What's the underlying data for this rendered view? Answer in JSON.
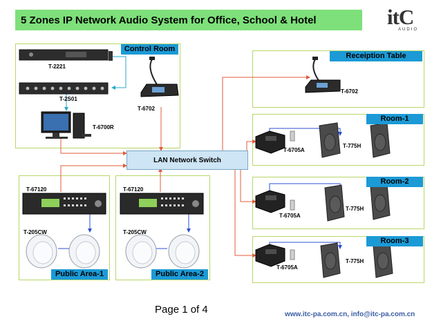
{
  "title": "5 Zones IP Network Audio System for Office, School & Hotel",
  "logo": {
    "main": "itC",
    "sub": "AUDIO"
  },
  "rooms": {
    "control_room": "Control Room",
    "reception": "Receiption Table",
    "room1": "Room-1",
    "room2": "Room-2",
    "room3": "Room-3",
    "public1": "Public Area-1",
    "public2": "Public Area-2"
  },
  "devices": {
    "t2221": "T-2221",
    "t2s01": "T-2S01",
    "t6700r": "T-6700R",
    "t6702_control": "T-6702",
    "t6702_reception": "T-6702",
    "t6705a_1": "T-6705A",
    "t775h_1": "T-775H",
    "t6705a_2": "T-6705A",
    "t775h_2": "T-775H",
    "t6705a_3": "T-6705A",
    "t775h_3": "T-775H",
    "t67120_1": "T-67120",
    "t67120_2": "T-67120",
    "t205cw_1": "T-205CW",
    "t205cw_2": "T-205CW"
  },
  "switch_label": "LAN Network Switch",
  "footer": {
    "page": "Page 1 of 4",
    "contact": "www.itc-pa.com.cn, info@itc-pa.com.cn"
  },
  "colors": {
    "network_line": "#e25b3a",
    "audio_line": "#2b4fd6",
    "control_line": "#27a9c9",
    "label_bg": "#1b9ad6",
    "title_bg": "#7ee07a"
  }
}
